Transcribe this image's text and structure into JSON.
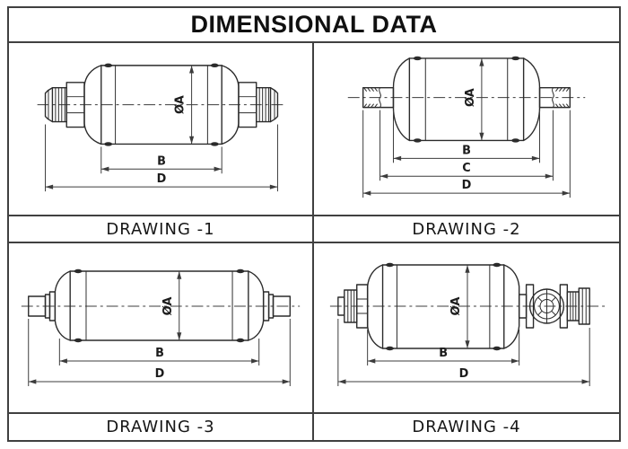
{
  "title": "DIMENSIONAL DATA",
  "colors": {
    "line": "#2b2b2b",
    "dim_line": "#3c3c3c",
    "border": "#404040",
    "background": "#ffffff"
  },
  "drawings": [
    {
      "label": "DRAWING -1",
      "dims": {
        "a": "ØA",
        "b": "B",
        "d": "D"
      }
    },
    {
      "label": "DRAWING -2",
      "dims": {
        "a": "ØA",
        "b": "B",
        "c": "C",
        "d": "D"
      }
    },
    {
      "label": "DRAWING -3",
      "dims": {
        "a": "ØA",
        "b": "B",
        "d": "D"
      }
    },
    {
      "label": "DRAWING -4",
      "dims": {
        "a": "ØA",
        "b": "B",
        "d": "D"
      }
    }
  ]
}
